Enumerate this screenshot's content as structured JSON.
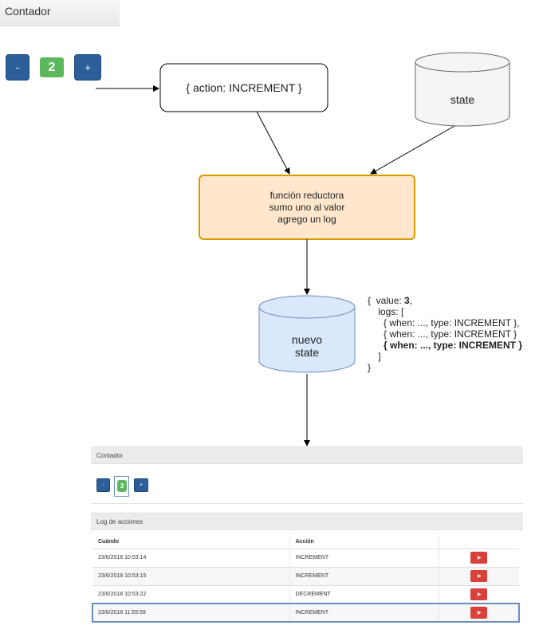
{
  "top_app": {
    "header_title": "Contador",
    "decrement_label": "-",
    "count": "2",
    "increment_label": "+"
  },
  "diagram": {
    "action_text": "{ action: INCREMENT }",
    "state_label": "state",
    "reducer_lines": [
      "función reductora",
      "sumo uno al valor",
      "agrego un log"
    ],
    "new_state_lines": [
      "nuevo",
      "state"
    ],
    "json_lines": [
      "{  value: ",
      "3",
      ",",
      "    logs: [",
      "      { when: ..., type: INCREMENT },",
      "      { when: ..., type: INCREMENT }",
      "      { when: ..., type: INCREMENT }",
      "    ]",
      "}"
    ],
    "colors": {
      "reducer_fill": "#ffe6cc",
      "reducer_stroke": "#d79b00",
      "new_state_fill": "#dae8fc",
      "new_state_stroke": "#6c8ebf",
      "state_fill": "#f5f5f5",
      "state_stroke": "#666666"
    }
  },
  "bottom_app": {
    "counter_header": "Contador",
    "decrement_label": "-",
    "count": "3",
    "increment_label": "+",
    "log_header": "Log de acciones",
    "table": {
      "columns": [
        "Cuándo",
        "Acción",
        ""
      ],
      "rows": [
        {
          "when": "23/6/2018 10:53:14",
          "action": "INCREMENT"
        },
        {
          "when": "23/6/2018 10:53:15",
          "action": "INCREMENT"
        },
        {
          "when": "23/6/2018 10:53:22",
          "action": "DECREMENT"
        },
        {
          "when": "23/6/2018 11:55:59",
          "action": "INCREMENT"
        }
      ]
    },
    "delete_icon": "eraser-icon"
  }
}
